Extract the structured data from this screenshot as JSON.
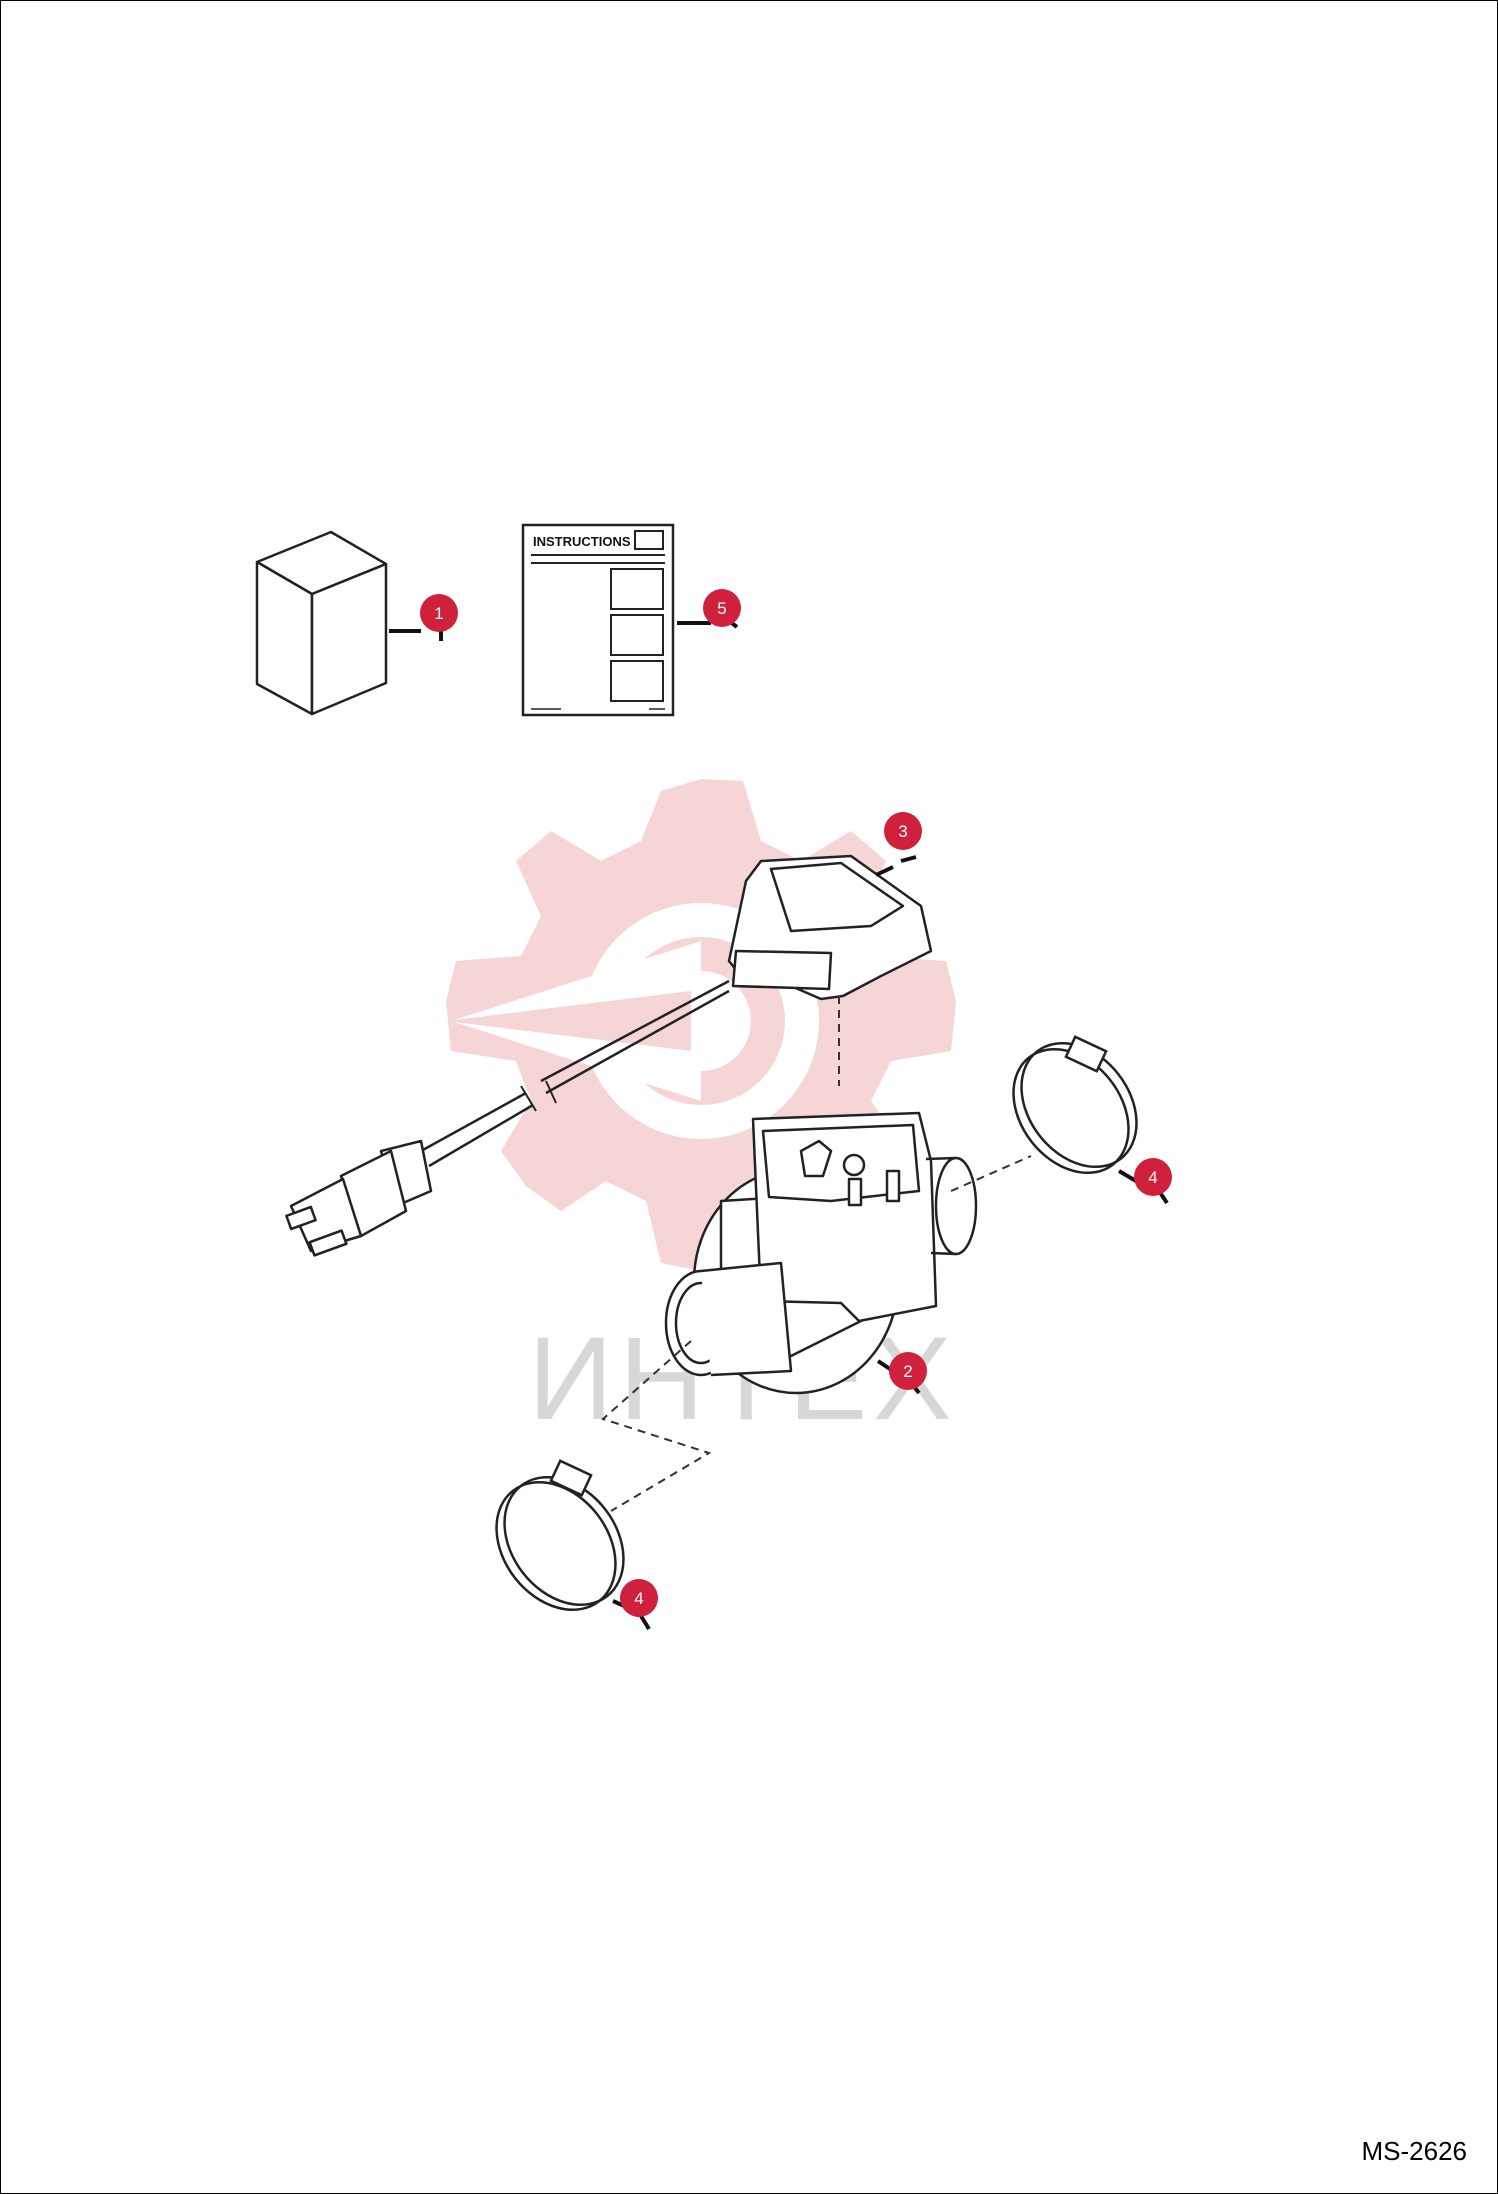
{
  "sheet": {
    "figure_code": "MS-2626",
    "watermark_text": "ИНТЕХ",
    "watermark_color": "#f4c9cc",
    "callout_color": "#d0213c"
  },
  "booklet": {
    "heading": "INSTRUCTIONS"
  },
  "callouts": [
    {
      "id": "c1",
      "label": "1",
      "ref": "1"
    },
    {
      "id": "c5",
      "label": "5",
      "ref": "5"
    },
    {
      "id": "c3",
      "label": "3",
      "ref": "3"
    },
    {
      "id": "c4a",
      "label": "4",
      "ref": "4"
    },
    {
      "id": "c2",
      "label": "2",
      "ref": "2"
    },
    {
      "id": "c4b",
      "label": "4",
      "ref": "4"
    }
  ],
  "parts": [
    {
      "ref": "1",
      "icon": "package-box-icon"
    },
    {
      "ref": "2",
      "icon": "heater-body-icon"
    },
    {
      "ref": "3",
      "icon": "cord-with-plug-icon"
    },
    {
      "ref": "4",
      "icon": "hose-clamp-icon"
    },
    {
      "ref": "5",
      "icon": "instructions-sheet-icon"
    }
  ]
}
